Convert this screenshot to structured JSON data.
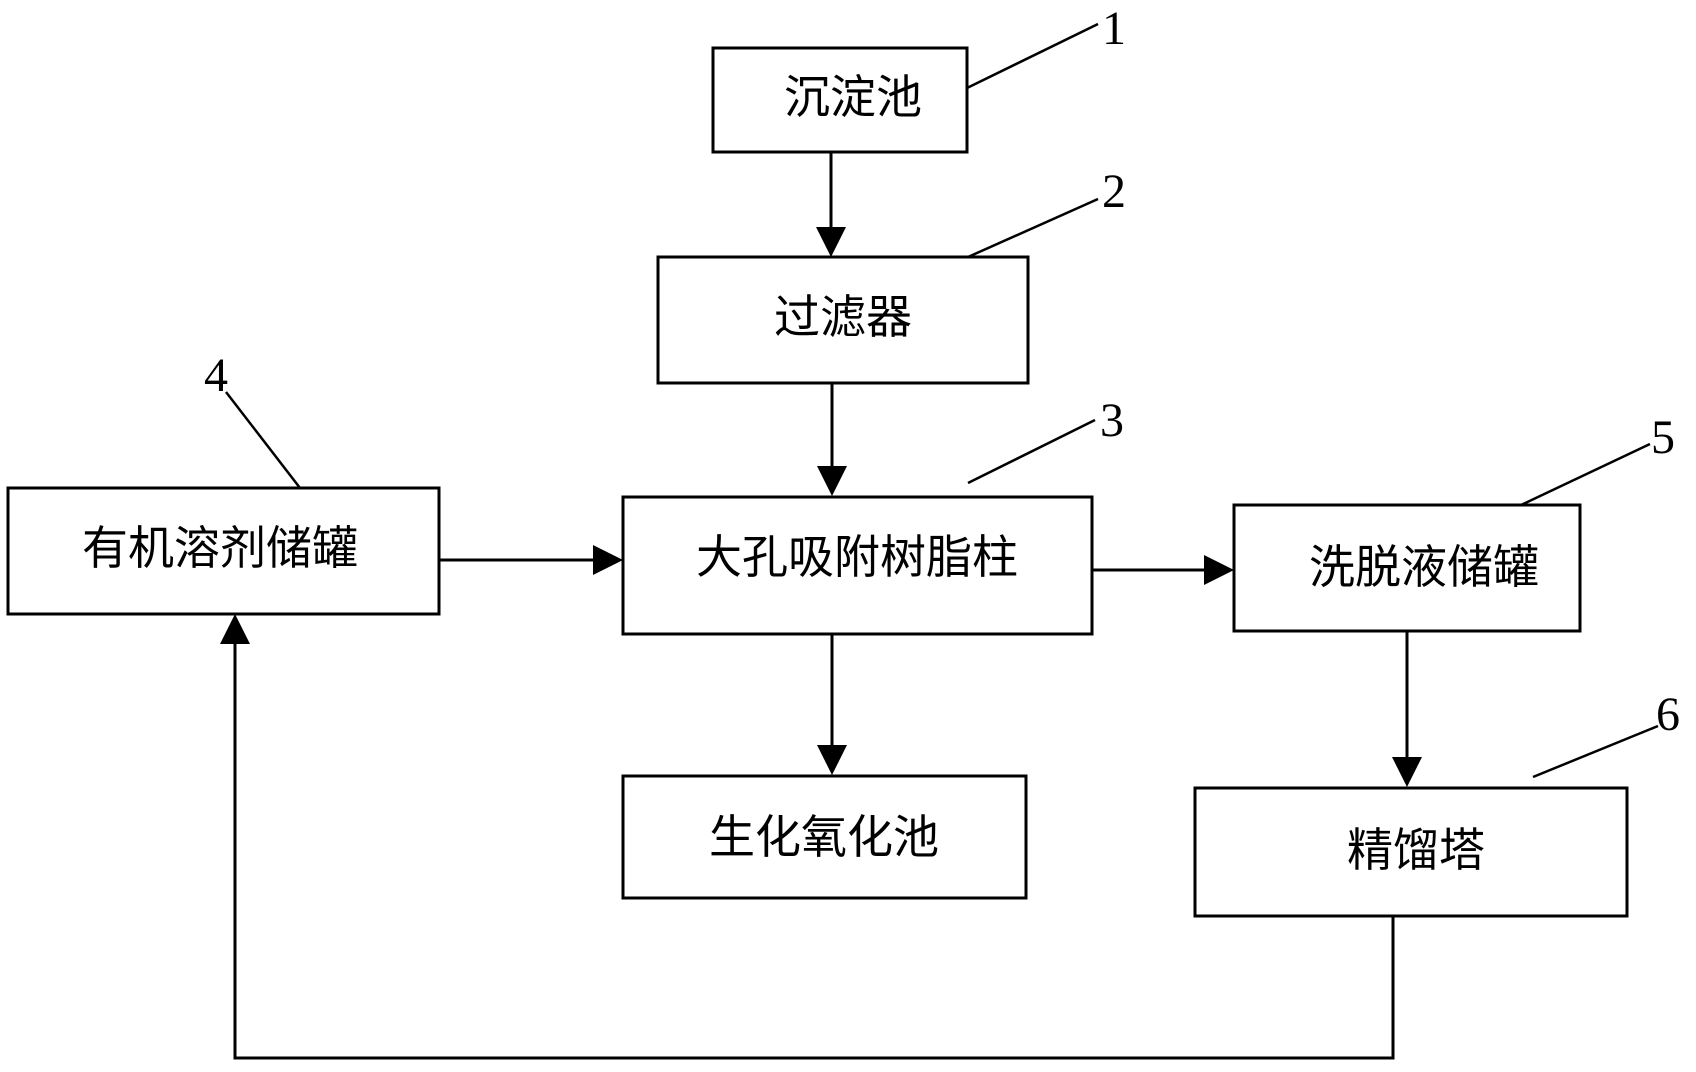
{
  "nodes": {
    "sedimentation_tank": "沉淀池",
    "filter": "过滤器",
    "resin_column": "大孔吸附树脂柱",
    "solvent_tank": "有机溶剂储罐",
    "eluent_tank": "洗脱液储罐",
    "biochemical_pool": "生化氧化池",
    "rectification_tower": "精馏塔"
  },
  "callouts": {
    "c1": "1",
    "c2": "2",
    "c3": "3",
    "c4": "4",
    "c5": "5",
    "c6": "6"
  }
}
